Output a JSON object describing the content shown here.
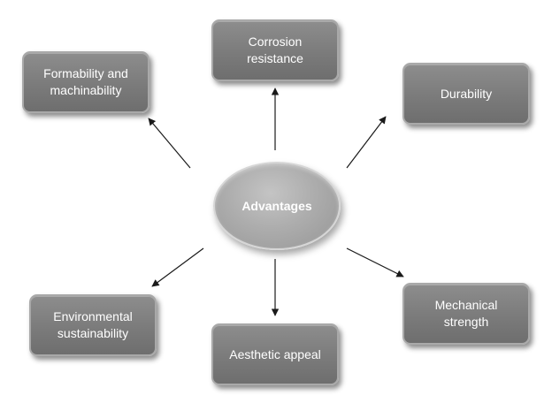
{
  "center": {
    "label": "Advantages"
  },
  "nodes": [
    {
      "id": "corrosion",
      "label": "Corrosion\nresistance"
    },
    {
      "id": "formability",
      "label": "Formability and\nmachinability"
    },
    {
      "id": "durability",
      "label": "Durability"
    },
    {
      "id": "mechanical",
      "label": "Mechanical\nstrength"
    },
    {
      "id": "aesthetic",
      "label": "Aesthetic appeal"
    },
    {
      "id": "environmental",
      "label": "Environmental\nsustainability"
    }
  ],
  "colors": {
    "box_fill": "#7b7b7b",
    "center_fill": "#adadad",
    "arrow": "#1a1a1a",
    "text": "#ffffff"
  }
}
